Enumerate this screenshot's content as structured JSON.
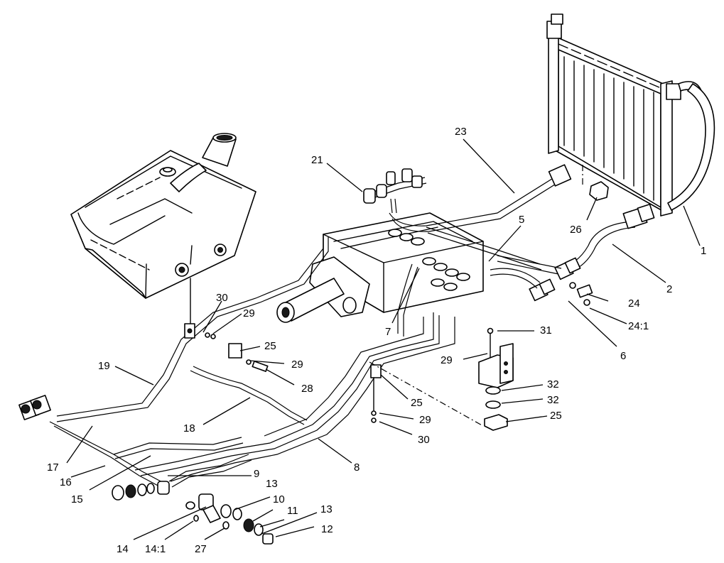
{
  "callouts": [
    {
      "id": "c1",
      "text": "1"
    },
    {
      "id": "c2",
      "text": "2"
    },
    {
      "id": "c5",
      "text": "5"
    },
    {
      "id": "c6",
      "text": "6"
    },
    {
      "id": "c7",
      "text": "7"
    },
    {
      "id": "c8",
      "text": "8"
    },
    {
      "id": "c9",
      "text": "9"
    },
    {
      "id": "c10",
      "text": "10"
    },
    {
      "id": "c11",
      "text": "11"
    },
    {
      "id": "c12",
      "text": "12"
    },
    {
      "id": "c13a",
      "text": "13"
    },
    {
      "id": "c13b",
      "text": "13"
    },
    {
      "id": "c14",
      "text": "14"
    },
    {
      "id": "c14_1",
      "text": "14:1"
    },
    {
      "id": "c15",
      "text": "15"
    },
    {
      "id": "c16",
      "text": "16"
    },
    {
      "id": "c17",
      "text": "17"
    },
    {
      "id": "c18",
      "text": "18"
    },
    {
      "id": "c19",
      "text": "19"
    },
    {
      "id": "c21",
      "text": "21"
    },
    {
      "id": "c23",
      "text": "23"
    },
    {
      "id": "c24",
      "text": "24"
    },
    {
      "id": "c24_1",
      "text": "24:1"
    },
    {
      "id": "c25a",
      "text": "25"
    },
    {
      "id": "c25b",
      "text": "25"
    },
    {
      "id": "c25c",
      "text": "25"
    },
    {
      "id": "c26",
      "text": "26"
    },
    {
      "id": "c27",
      "text": "27"
    },
    {
      "id": "c28",
      "text": "28"
    },
    {
      "id": "c29a",
      "text": "29"
    },
    {
      "id": "c29b",
      "text": "29"
    },
    {
      "id": "c29c",
      "text": "29"
    },
    {
      "id": "c29d",
      "text": "29"
    },
    {
      "id": "c30a",
      "text": "30"
    },
    {
      "id": "c30b",
      "text": "30"
    },
    {
      "id": "c31",
      "text": "31"
    },
    {
      "id": "c32a",
      "text": "32"
    },
    {
      "id": "c32b",
      "text": "32"
    }
  ]
}
